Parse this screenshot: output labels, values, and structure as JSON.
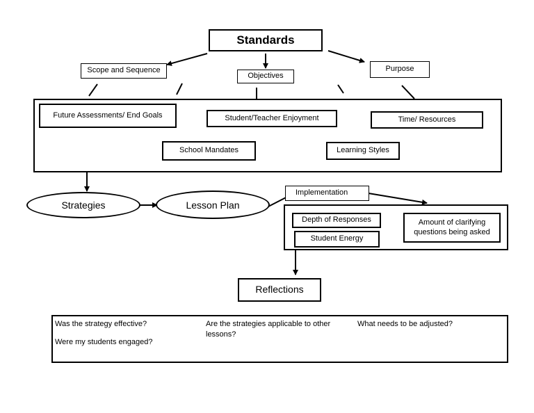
{
  "standards": "Standards",
  "scope_and_sequence": "Scope and Sequence",
  "objectives": "Objectives",
  "purpose": "Purpose",
  "factors": {
    "future_assessments": "Future Assessments/ End Goals",
    "enjoyment": "Student/Teacher Enjoyment",
    "time_resources": "Time/ Resources",
    "school_mandates": "School Mandates",
    "learning_styles": "Learning Styles"
  },
  "strategies": "Strategies",
  "lesson_plan": "Lesson Plan",
  "implementation": "Implementation",
  "indicators": {
    "depth": "Depth of Responses",
    "energy": "Student Energy",
    "clarifying_line1": "Amount of clarifying",
    "clarifying_line2": "questions being asked"
  },
  "reflections": "Reflections",
  "reflection_questions": {
    "q1": "Was the strategy effective?",
    "q2": "Were my students engaged?",
    "q3_line1": "Are the strategies applicable to other",
    "q3_line2": "lessons?",
    "q4": "What needs to be adjusted?"
  }
}
